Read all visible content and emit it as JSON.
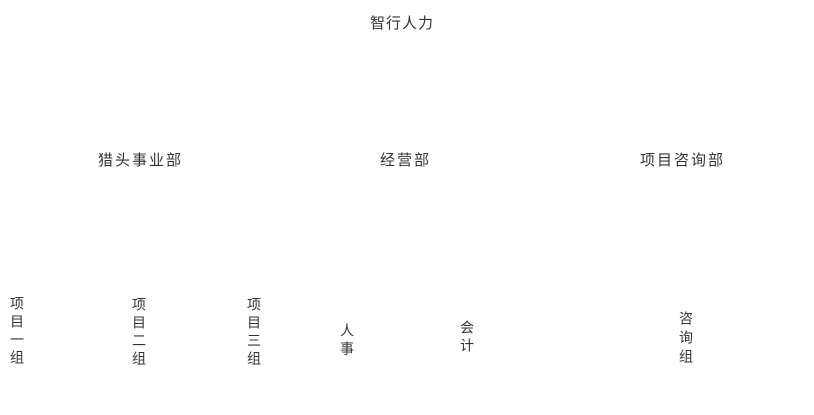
{
  "title": "智行人力",
  "departments": [
    {
      "label": "猎头事业部",
      "groups": [
        "项目一组",
        "项目二组",
        "项目三组"
      ]
    },
    {
      "label": "经营部",
      "groups": [
        "人事",
        "会计"
      ]
    },
    {
      "label": "项目咨询部",
      "groups": [
        "咨询组"
      ]
    }
  ],
  "colors": {
    "text": "#333333",
    "background": "#ffffff"
  }
}
